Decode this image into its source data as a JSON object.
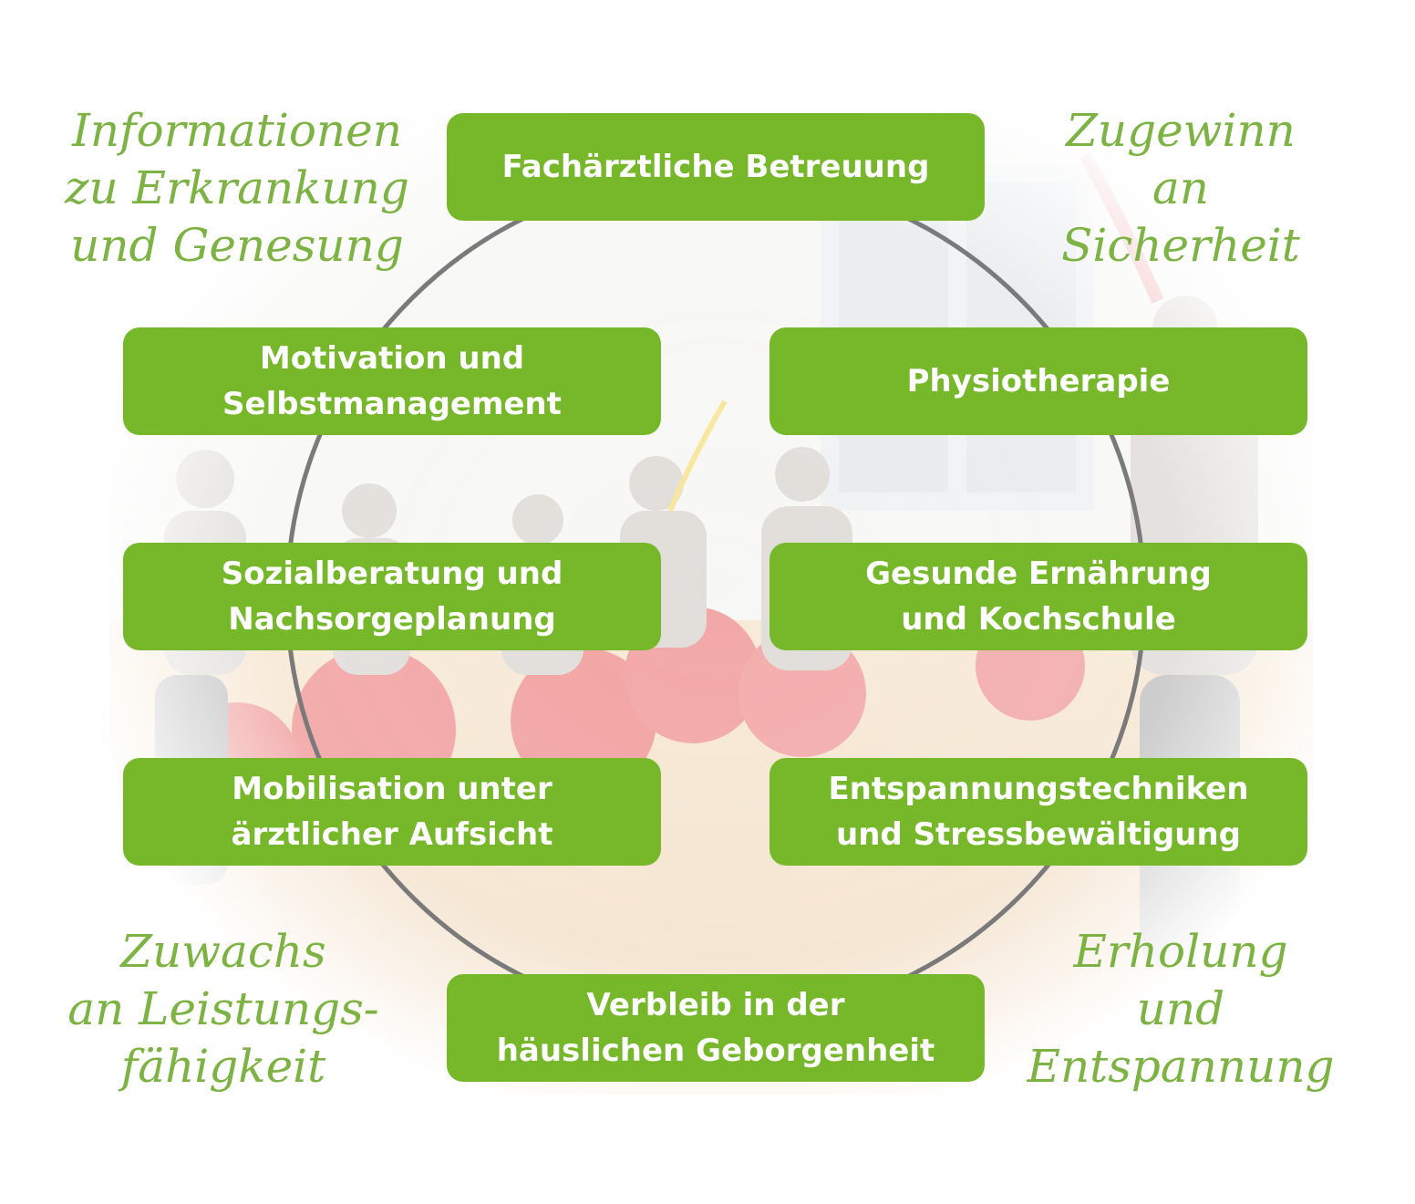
{
  "colors": {
    "box_fill": "#76b82a",
    "box_text": "#ffffff",
    "benefit_text": "#7cb342",
    "ring": "#7a7a7a"
  },
  "center_circle": {
    "image": "faded photo of seniors exercising with resistance bands on red gym balls"
  },
  "measures": {
    "top": "Fachärztliche Betreuung",
    "left_1": "Motivation und\nSelbstmanagement",
    "right_1": "Physiotherapie",
    "left_2": "Sozialberatung und\nNachsorgeplanung",
    "right_2": "Gesunde Ernährung\nund Kochschule",
    "left_3": "Mobilisation unter\närztlicher Aufsicht",
    "right_3": "Entspannungstechniken\nund Stressbewältigung",
    "bottom": "Verbleib in der\nhäuslichen Geborgenheit"
  },
  "benefits": {
    "top_left": "Informationen\nzu Erkrankung\nund Genesung",
    "top_right": "Zugewinn\nan\nSicherheit",
    "bottom_left": "Zuwachs\nan Leistungs-\nfähigkeit",
    "bottom_right": "Erholung\nund\nEntspannung"
  }
}
